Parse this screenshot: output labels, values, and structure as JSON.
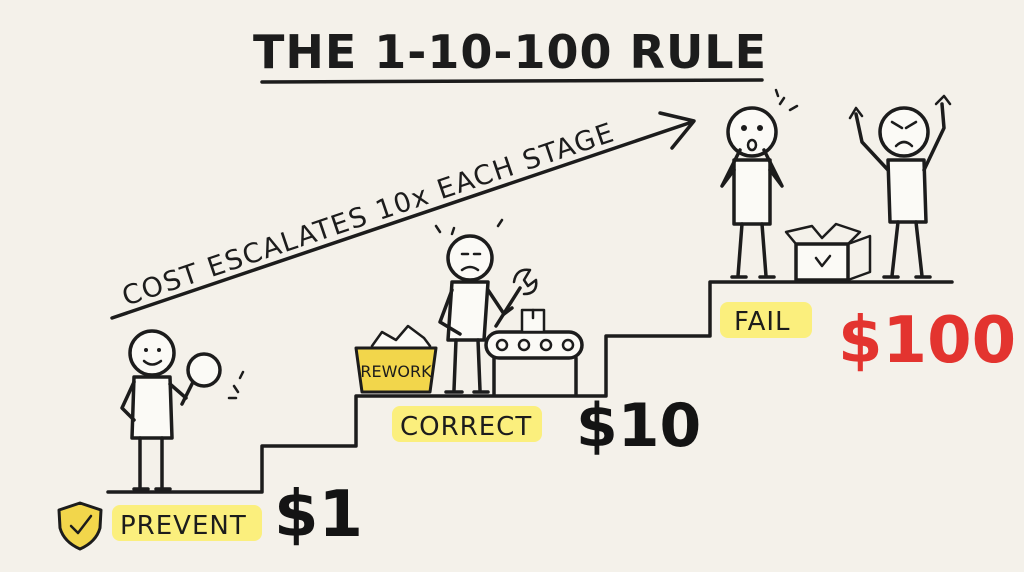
{
  "title": "THE 1-10-100 RULE",
  "arrow_label": "COST ESCALATES 10x EACH STAGE",
  "stages": [
    {
      "label": "PREVENT",
      "cost": "$1"
    },
    {
      "label": "CORRECT",
      "cost": "$10"
    },
    {
      "label": "FAIL",
      "cost": "$100"
    }
  ],
  "bin_label": "REWORK",
  "colors": {
    "ink": "#1c1c1c",
    "highlight": "#fbef6a",
    "alert_red": "#e3342f",
    "shield": "#f2d64b",
    "background": "#f4f1ea"
  },
  "icons": [
    "shield-check-icon",
    "magnifying-glass-icon",
    "wrench-icon",
    "box-icon",
    "conveyor-belt-icon",
    "alarm-lines-icon"
  ]
}
